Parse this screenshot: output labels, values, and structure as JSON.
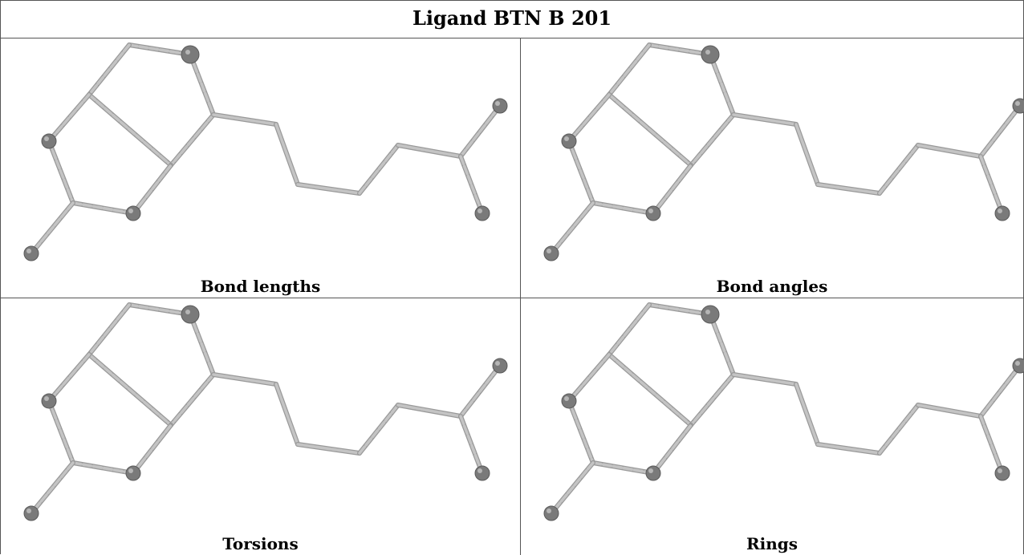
{
  "title": "Ligand BTN B 201",
  "panels": [
    {
      "caption": "Bond lengths"
    },
    {
      "caption": "Bond angles"
    },
    {
      "caption": "Torsions"
    },
    {
      "caption": "Rings"
    }
  ],
  "colors": {
    "bond": "#c4c4c4",
    "bond_outline": "#9a9a9a",
    "atom": "#7a7a7a",
    "border": "#555555"
  }
}
